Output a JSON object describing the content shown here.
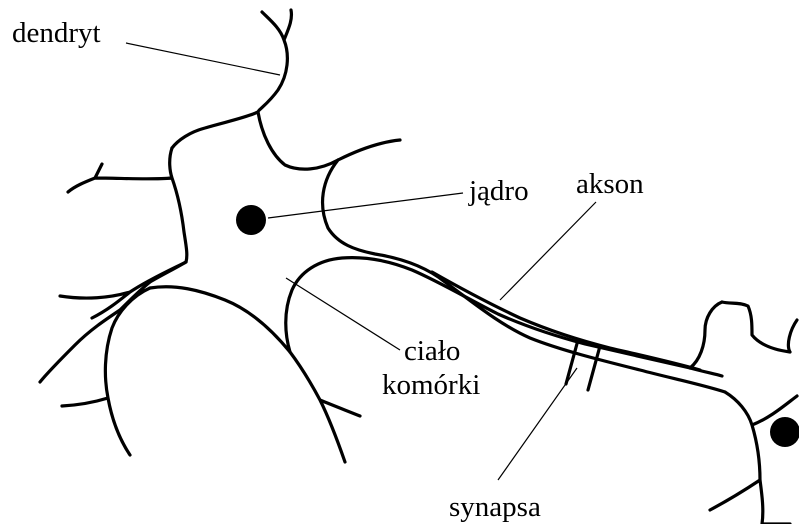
{
  "diagram": {
    "labels": {
      "dendrite": "dendryt",
      "nucleus": "jądro",
      "axon": "akson",
      "cell_body_line1": "ciało",
      "cell_body_line2": "komórki",
      "synapse": "synapsa"
    },
    "colors": {
      "ink": "#000000",
      "background": "#ffffff"
    }
  }
}
